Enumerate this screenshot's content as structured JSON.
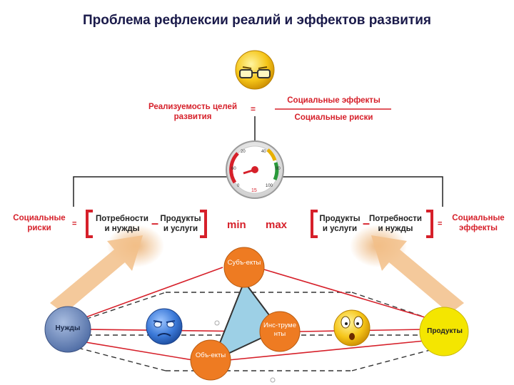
{
  "title": "Проблема рефлексии реалий и эффектов развития",
  "top_formula": {
    "left": "Реализуемость целей развития",
    "equals": "=",
    "numerator": "Социальные эффекты",
    "denominator": "Социальные риски"
  },
  "gauge": {
    "scale": [
      "20",
      "40",
      "60",
      "80",
      "0",
      "100"
    ],
    "reading": "15"
  },
  "left_formula": {
    "label": "Социальные риски",
    "equals": "=",
    "term1": "Потребности и нужды",
    "minus": "–",
    "term2": "Продукты и услуги",
    "goal": "min"
  },
  "right_formula": {
    "goal": "max",
    "term1": "Продукты и услуги",
    "minus": "–",
    "term2": "Потребности и нужды",
    "equals": "=",
    "label": "Социальные эффекты"
  },
  "nodes": {
    "subjects": "Субъ-екты",
    "instruments": "Инс-труме нты",
    "objects": "Объ-екты",
    "needs": "Нужды",
    "products": "Продукты"
  },
  "colors": {
    "accent_red": "#d6202a",
    "orange": "#ee7b22",
    "needs_blue": "#6a86b8",
    "products_yellow": "#f4e600",
    "triangle_fill": "#9dd0e6"
  }
}
